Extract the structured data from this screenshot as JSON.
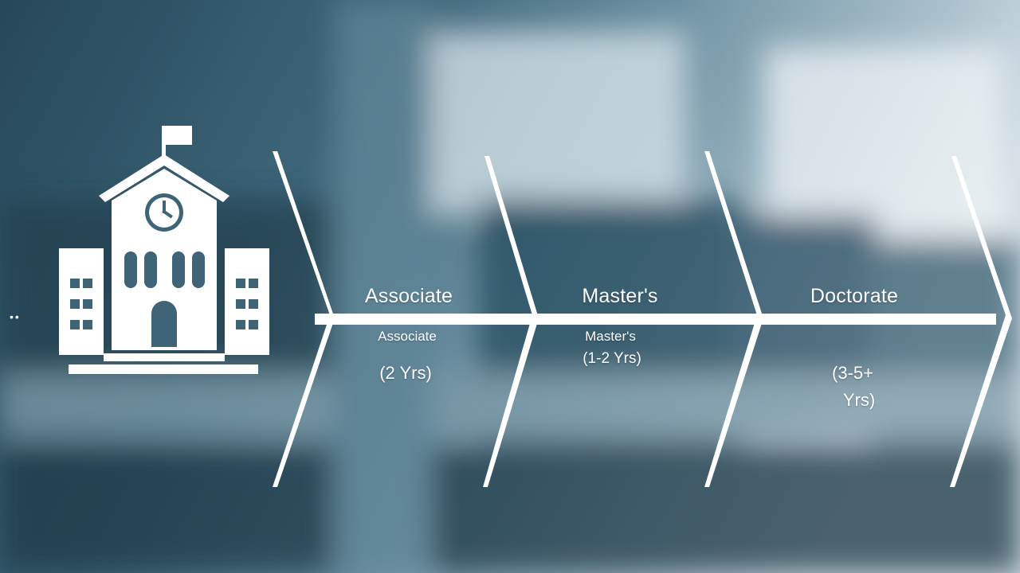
{
  "background": {
    "palette": [
      "#2b4d61",
      "#5e8496",
      "#b9ccd5",
      "#e7eef1"
    ]
  },
  "icon": {
    "name": "school-building-icon",
    "color": "#ffffff"
  },
  "connector": {
    "color": "#ffffff"
  },
  "bullets": "••",
  "stages": [
    {
      "title": "Associate",
      "subtitle": "Associate",
      "years": [
        "(2 Yrs)"
      ]
    },
    {
      "title": "Master's",
      "subtitle": "Master's",
      "years": [
        "(1-2 Yrs)"
      ]
    },
    {
      "title": "Doctorate",
      "subtitle": "",
      "years": [
        "(3-5+",
        "Yrs)"
      ]
    }
  ]
}
